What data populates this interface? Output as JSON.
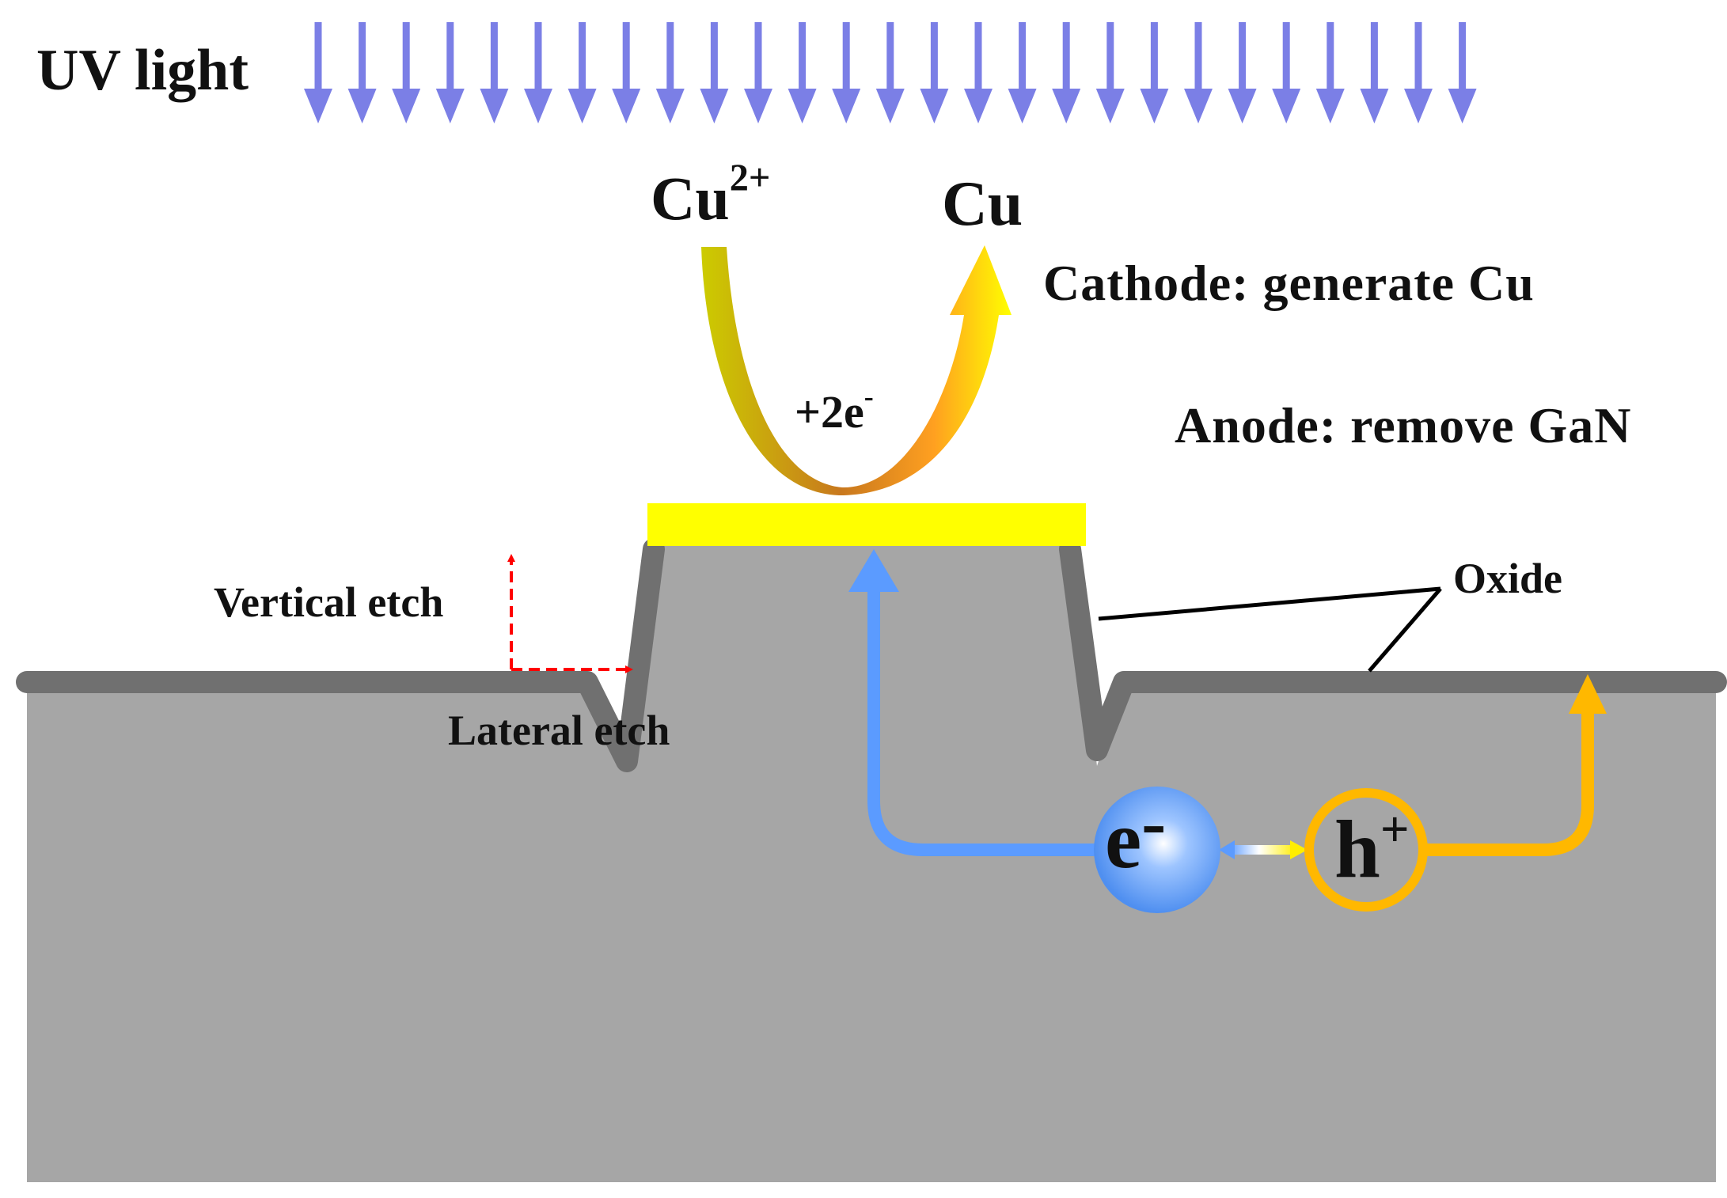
{
  "diagram": {
    "uv_light": "UV light",
    "cu_ion": {
      "base": "Cu",
      "charge": "2+"
    },
    "cu_metal": "Cu",
    "cathode": "Cathode: generate Cu",
    "anode": "Anode: remove GaN",
    "electron_transfer": {
      "base": "+2e",
      "sup": "-"
    },
    "vertical_etch": "Vertical etch",
    "lateral_etch": "Lateral etch",
    "oxide": "Oxide",
    "electron": {
      "base": "e",
      "sup": "-"
    },
    "hole": {
      "base": "h",
      "sup": "+"
    }
  },
  "colors": {
    "uv_arrow": "#7b7fe6",
    "substrate": "#a6a6a6",
    "oxide_layer": "#707070",
    "metal_pad": "#ffff00",
    "electron_path": "#5b9bff",
    "hole_path": "#ffb800",
    "etch_arrow": "#ff0000",
    "text": "#111111"
  }
}
